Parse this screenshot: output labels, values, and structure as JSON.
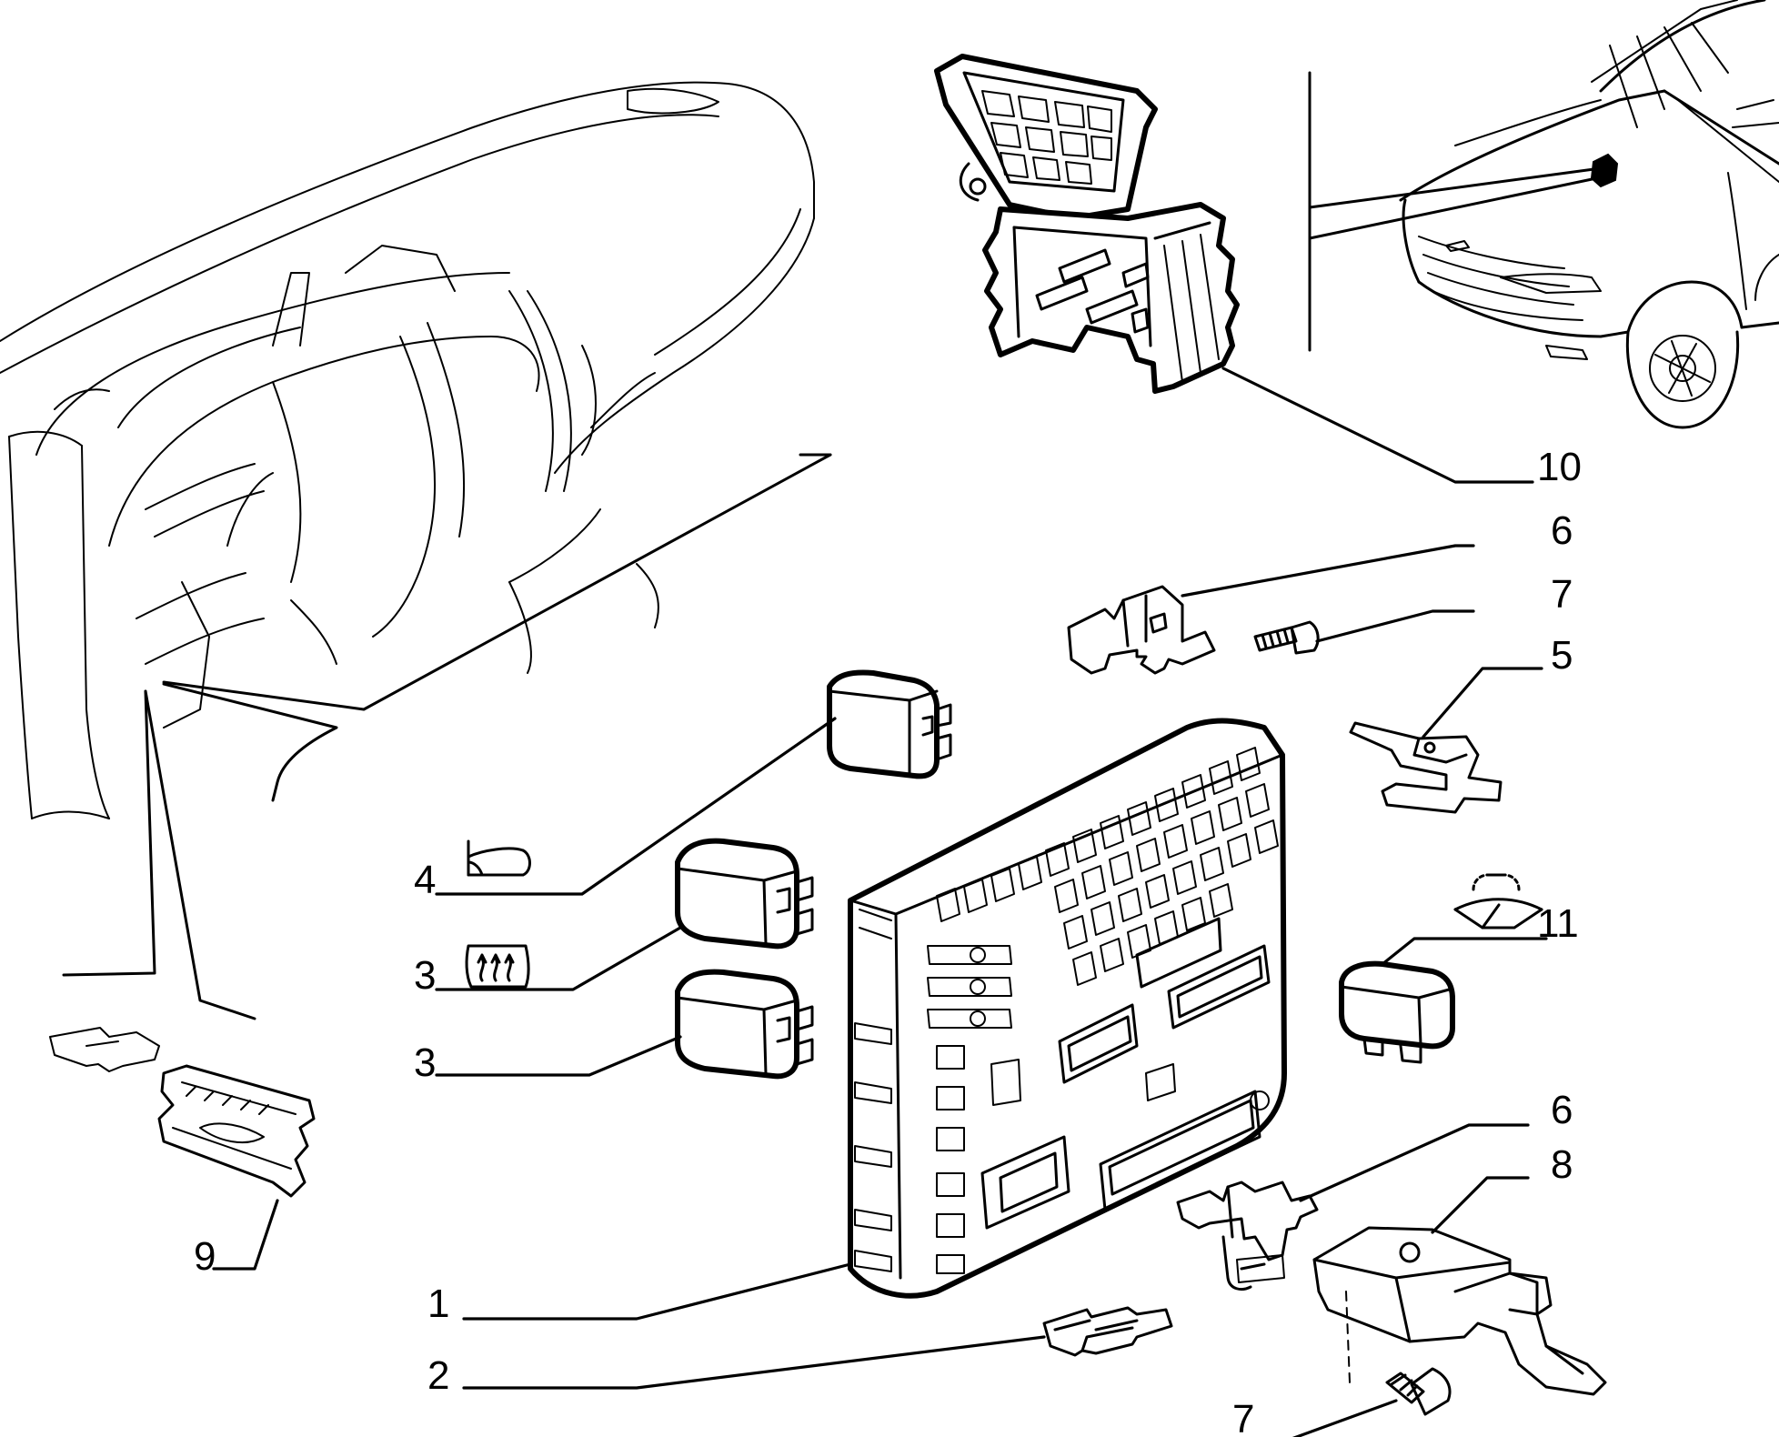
{
  "callouts": {
    "c1": "1",
    "c2": "2",
    "c3a": "3",
    "c3b": "3",
    "c4": "4",
    "c5": "5",
    "c6a": "6",
    "c6b": "6",
    "c7a": "7",
    "c7b": "7",
    "c8": "8",
    "c9": "9",
    "c10": "10",
    "c11": "11"
  },
  "symbols": {
    "horn": "horn-icon",
    "rear_defrost": "rear-window-defrost-icon",
    "wiper": "windscreen-washer-icon"
  },
  "colors": {
    "line": "#000000",
    "background": "#ffffff"
  }
}
